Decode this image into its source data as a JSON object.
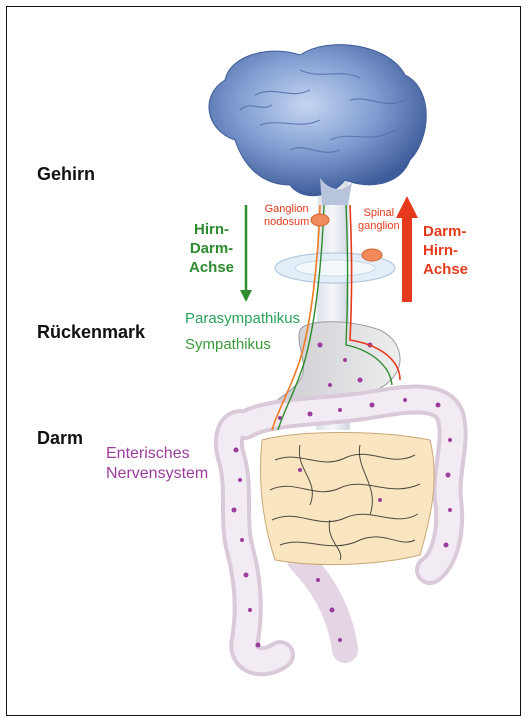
{
  "labels": {
    "brain": "Gehirn",
    "spinal_cord": "Rückenmark",
    "gut": "Darm"
  },
  "axes": {
    "brain_gut": [
      "Hirn-",
      "Darm-",
      "Achse"
    ],
    "gut_brain": [
      "Darm-",
      "Hirn-",
      "Achse"
    ]
  },
  "ganglia": {
    "nodosum": [
      "Ganglion",
      "nodosum"
    ],
    "spinal": [
      "Spinal",
      "ganglion"
    ]
  },
  "nerves": {
    "parasympathetic": "Parasympathikus",
    "sympathetic": "Sympathikus"
  },
  "enteric": [
    "Enterisches",
    "Nervensystem"
  ],
  "colors": {
    "brain": "#6f8fc4",
    "arrow_down": "#2e8b2e",
    "arrow_up": "#e53b1c",
    "enteric": "#9b3d9b",
    "intestine_fill": "#f9e6c0"
  }
}
